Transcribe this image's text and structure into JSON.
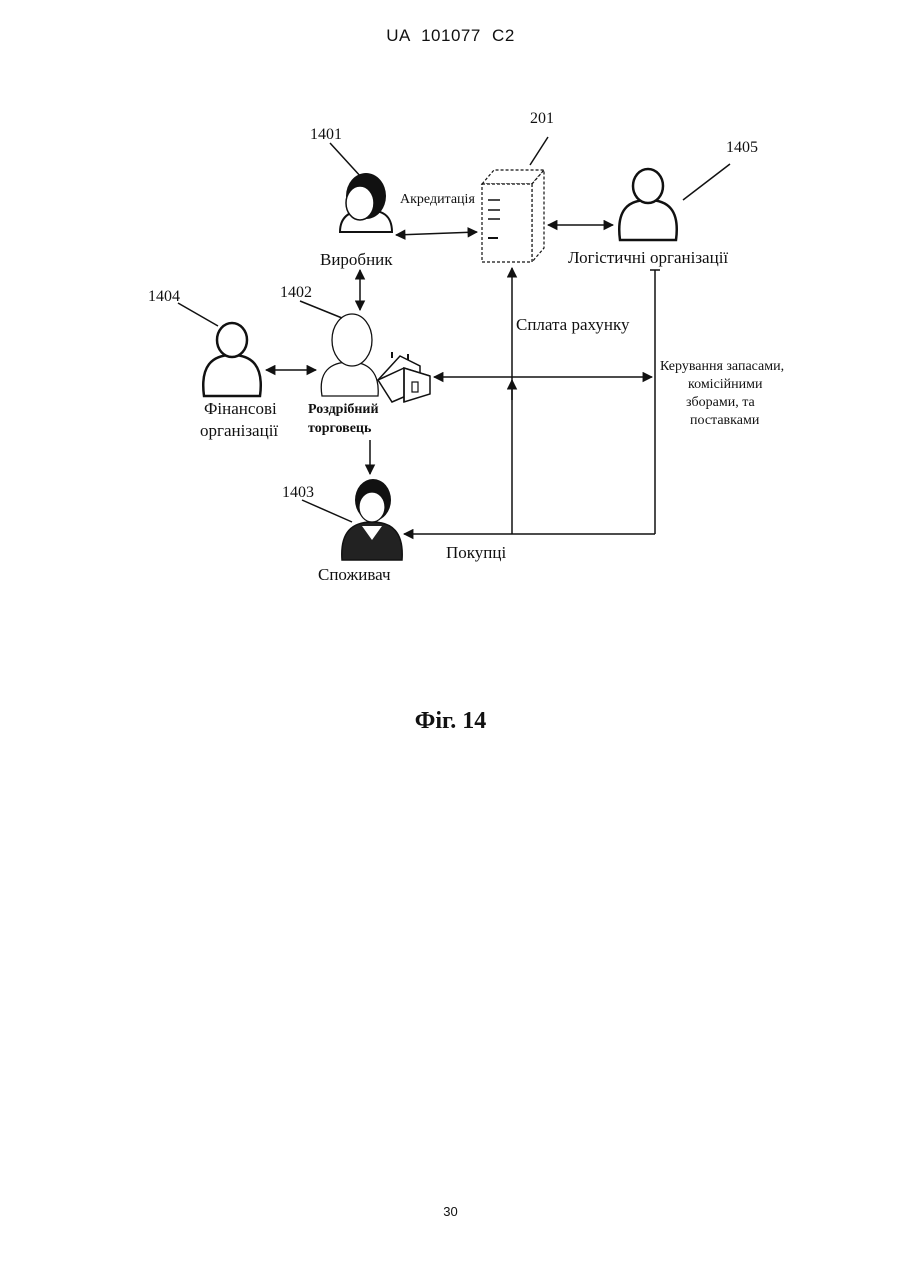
{
  "header": {
    "document_id": "UA   101077   C2"
  },
  "figure": {
    "caption": "Фіг. 14",
    "server": {
      "ref": "201"
    },
    "nodes": {
      "producer": {
        "ref": "1401",
        "label": "Виробник"
      },
      "retailer": {
        "ref": "1402",
        "label_line1": "Роздрібний",
        "label_line2": "торговець"
      },
      "consumer": {
        "ref": "1403",
        "label": "Споживач"
      },
      "financial": {
        "ref": "1404",
        "label_line1": "Фінансові",
        "label_line2": "організації"
      },
      "logistics": {
        "ref": "1405",
        "label": "Логістичні організації"
      }
    },
    "edges": {
      "accreditation": "Акредитація",
      "bill_payment": "Сплата рахунку",
      "inventory_line1": "Керування запасами,",
      "inventory_line2": "комісійними",
      "inventory_line3": "зборами, та",
      "inventory_line4": "поставками",
      "purchases": "Покупці"
    }
  },
  "footer": {
    "page_number": "30"
  }
}
